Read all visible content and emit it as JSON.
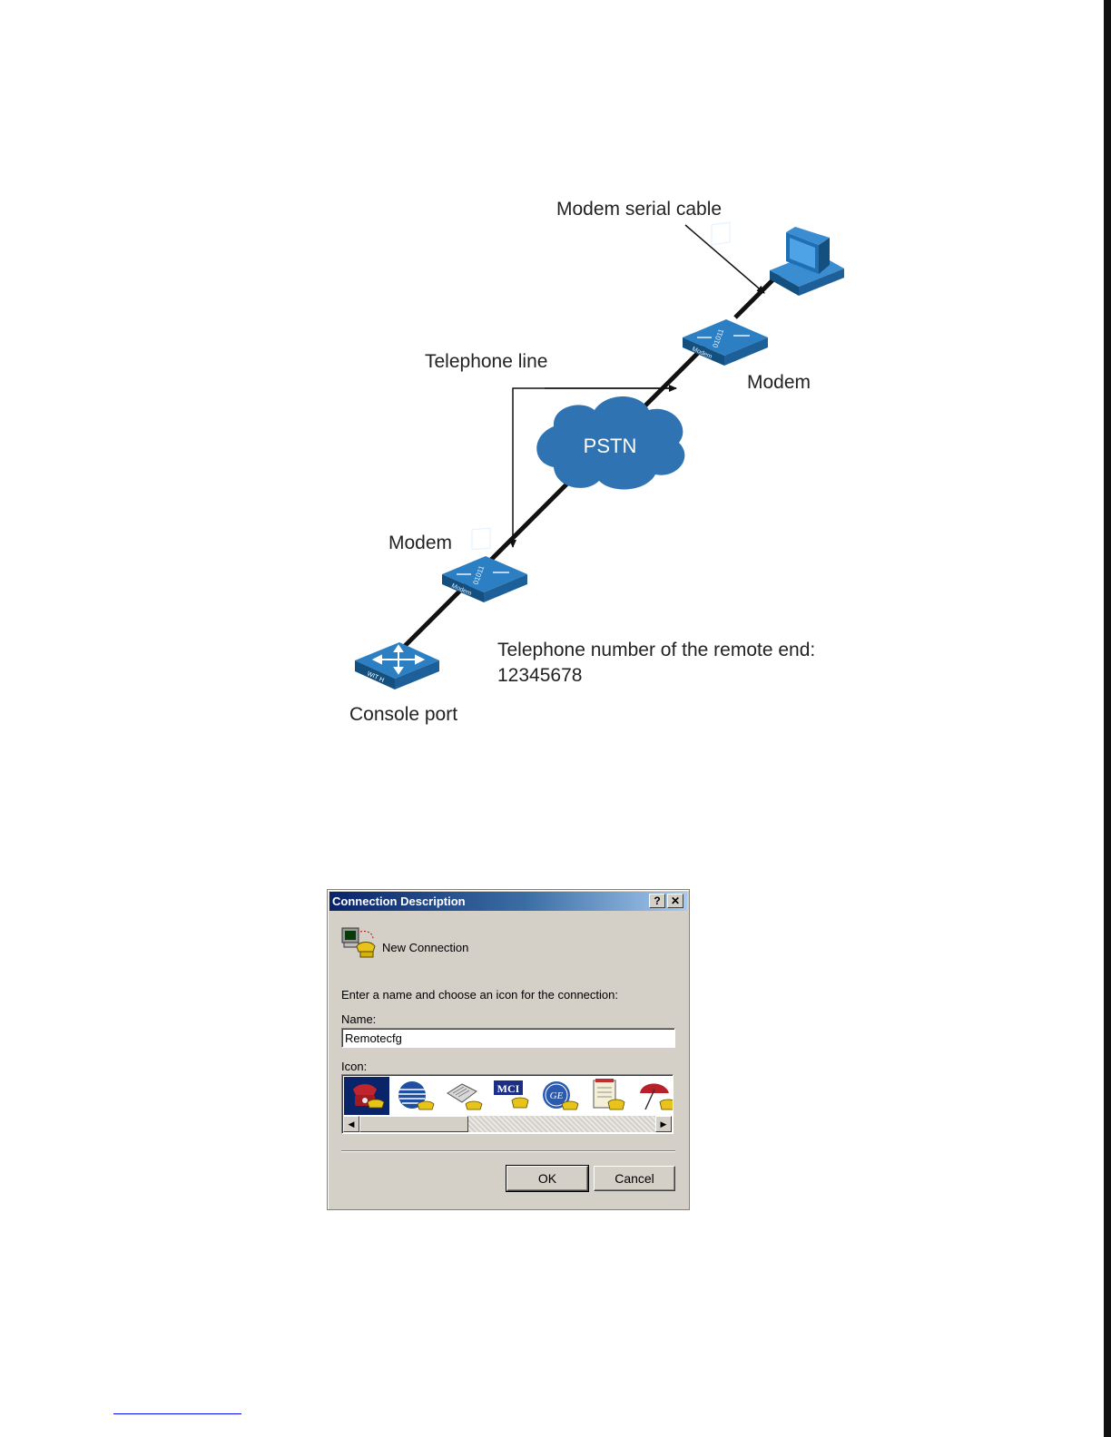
{
  "diagram": {
    "serial_cable_label": "Modem serial cable",
    "modem_remote_label": "Modem",
    "phone_line_label": "Telephone line",
    "cloud_label": "PSTN",
    "modem_local_label": "Modem",
    "phone_number_caption": "Telephone number of the remote end:",
    "phone_number": "12345678",
    "console_port_label": "Console port",
    "device_text_modem": "Modem",
    "device_text_modem_bits": "01011",
    "device_text_switch": "WIT H",
    "colors": {
      "device": "#1f6fb4",
      "device_top": "#3a8dd0",
      "cloud": "#2a6fb0",
      "line": "#111111"
    }
  },
  "dialog": {
    "title": "Connection Description",
    "help_glyph": "?",
    "close_glyph": "✕",
    "connection_name": "New Connection",
    "instruction": "Enter a name and choose an icon for the connection:",
    "name_label": "Name:",
    "name_value": "Remotecfg",
    "icon_label": "Icon:",
    "icons": [
      "red-phone-icon",
      "globe-icon",
      "fax-icon",
      "mci-icon",
      "ge-icon",
      "notepad-icon",
      "umbrella-icon"
    ],
    "mci_text": "MCI",
    "ge_text": "GE",
    "scroll_left": "◀",
    "scroll_right": "▶",
    "ok_label": "OK",
    "cancel_label": "Cancel"
  }
}
